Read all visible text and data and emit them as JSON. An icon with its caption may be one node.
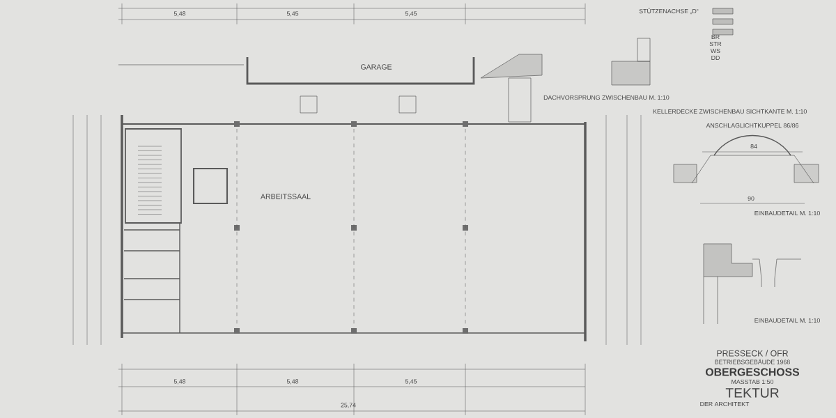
{
  "diagram": {
    "title": "OBERGESCHOSS",
    "labels": [
      "STÜTZENACHSE „D“",
      "BR",
      "STR",
      "WS",
      "DD",
      "GARAGE",
      "DACHVORSPRUNG ZWISCHENBAU M. 1:10",
      "KELLERDECKE ZWISCHENBAU SICHTKANTE M. 1:10",
      "ANSCHLAGLICHTKUPPEL 86/86",
      "84",
      "90",
      "EINBAUDETAIL M. 1:10",
      "ARBEITSSAAL",
      "EINBAUDETAIL M. 1:10",
      "5,48",
      "5,45",
      "5,45",
      "5,48",
      "5,48",
      "5,45",
      "25,74",
      "PRESSECK / OFR",
      "BETRIEBSGEBÄUDE 1968",
      "MASSTAB 1:50",
      "TEKTUR",
      "DER ARCHITEKT"
    ]
  }
}
